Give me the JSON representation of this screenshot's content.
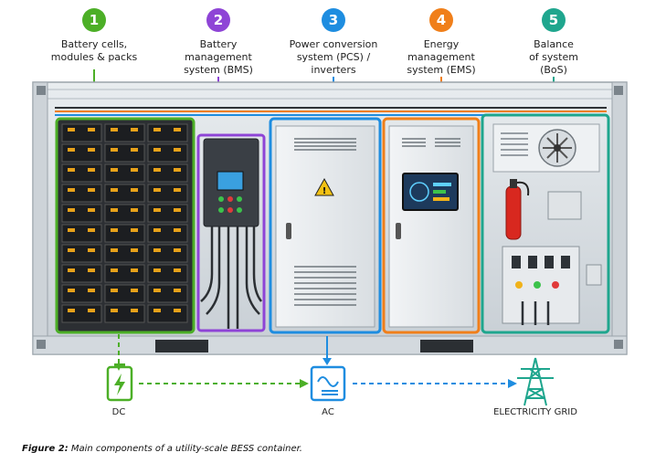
{
  "components": [
    {
      "number": "1",
      "label_lines": [
        "Battery cells,",
        "modules & packs"
      ],
      "color": "#4caf27"
    },
    {
      "number": "2",
      "label_lines": [
        "Battery",
        "management",
        "system (BMS)"
      ],
      "color": "#8e44d6"
    },
    {
      "number": "3",
      "label_lines": [
        "Power conversion",
        "system (PCS) /",
        "inverters"
      ],
      "color": "#1e8de0"
    },
    {
      "number": "4",
      "label_lines": [
        "Energy",
        "management",
        "system (EMS)"
      ],
      "color": "#f07f1a"
    },
    {
      "number": "5",
      "label_lines": [
        "Balance",
        "of system",
        "(BoS)"
      ],
      "color": "#1fa68e"
    }
  ],
  "flow": {
    "dc_label": "DC",
    "ac_label": "AC",
    "grid_label": "ELECTRICITY GRID",
    "dc_color": "#4caf27",
    "ac_color": "#1e8de0",
    "grid_color": "#1fa68e"
  },
  "icons": {
    "dc": "battery-charging-icon",
    "ac": "sine-wave-inverter-icon",
    "grid": "transmission-tower-icon",
    "bms_panel": "control-panel-icon",
    "warning": "high-voltage-warning-icon",
    "ems_screen": "monitor-dashboard-icon",
    "cooling": "hvac-fan-icon",
    "fire": "fire-extinguisher-icon"
  },
  "caption": {
    "bold_part": "Figure 2:",
    "text_part": " Main components of a utility-scale BESS container."
  }
}
